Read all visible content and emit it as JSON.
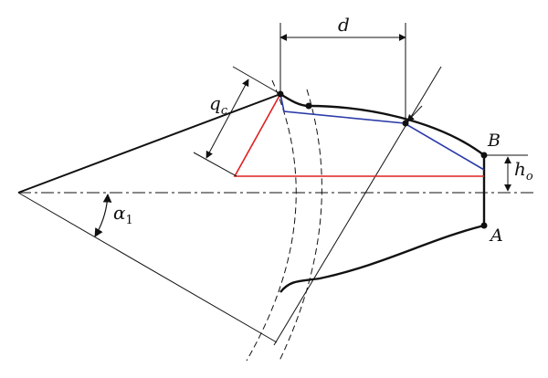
{
  "labels": {
    "d": "d",
    "qc": "q",
    "qc_sub": "c",
    "alpha": "α",
    "alpha_sub": "1",
    "h": "h",
    "h_sub": "o",
    "B": "B",
    "A": "A"
  },
  "colors": {
    "outline": "#111111",
    "construction": "#111111",
    "red_lines": "#e02020",
    "blue_lines": "#2a3aa8"
  }
}
